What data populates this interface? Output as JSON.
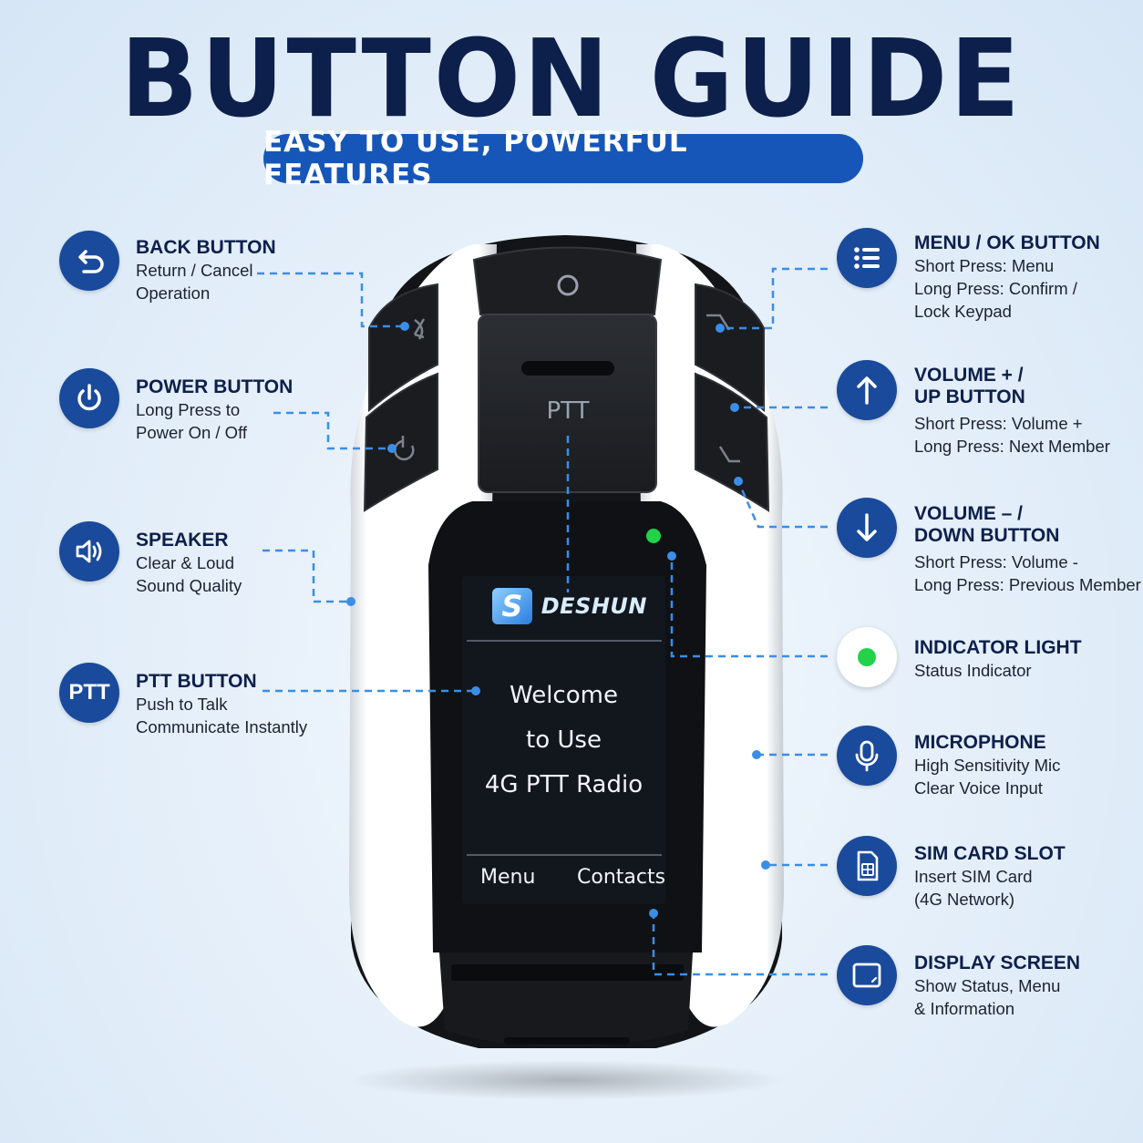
{
  "title": "BUTTON GUIDE",
  "subtitle": "EASY TO USE, POWERFUL FEATURES",
  "device": {
    "ptt_label": "PTT",
    "brand_mark": "S",
    "brand_name": "DESHUN",
    "screen_lines": [
      "Welcome",
      "to Use",
      "4G PTT Radio"
    ],
    "softkey_left": "Menu",
    "softkey_right": "Contacts"
  },
  "left_features": [
    {
      "icon": "back-arrow-icon",
      "title": "BACK BUTTON",
      "desc": [
        "Return / Cancel",
        "Operation"
      ]
    },
    {
      "icon": "power-icon",
      "title": "POWER BUTTON",
      "desc": [
        "Long Press to",
        "Power On / Off"
      ]
    },
    {
      "icon": "speaker-icon",
      "title": "SPEAKER",
      "desc": [
        "Clear & Loud",
        "Sound Quality"
      ]
    },
    {
      "icon": "ptt-icon",
      "icon_text": "PTT",
      "title": "PTT BUTTON",
      "desc": [
        "Push to Talk",
        "Communicate Instantly"
      ]
    }
  ],
  "right_features": [
    {
      "icon": "menu-list-icon",
      "title": "MENU / OK BUTTON",
      "desc": [
        "Short Press: Menu",
        "Long Press: Confirm /",
        "Lock Keypad"
      ]
    },
    {
      "icon": "arrow-up-icon",
      "title": "VOLUME + /",
      "title2": "UP BUTTON",
      "desc": [
        "Short Press: Volume +",
        "Long Press: Next Member"
      ]
    },
    {
      "icon": "arrow-down-icon",
      "title": "VOLUME – /",
      "title2": "DOWN BUTTON",
      "desc": [
        "Short Press: Volume -",
        "Long Press: Previous Member"
      ]
    },
    {
      "icon": "indicator-light-icon",
      "title": "INDICATOR LIGHT",
      "desc": [
        "Status Indicator"
      ]
    },
    {
      "icon": "microphone-icon",
      "title": "MICROPHONE",
      "desc": [
        "High Sensitivity Mic",
        "Clear Voice Input"
      ]
    },
    {
      "icon": "sim-card-icon",
      "title": "SIM CARD SLOT",
      "desc": [
        "Insert SIM Card",
        "(4G Network)"
      ]
    },
    {
      "icon": "display-screen-icon",
      "title": "DISPLAY SCREEN",
      "desc": [
        "Show Status, Menu",
        "& Information"
      ]
    }
  ],
  "colors": {
    "navy": "#0d1f4b",
    "accent_blue": "#1656b8",
    "icon_circle": "#1a4a9c",
    "leader_line": "#3a8ee8",
    "indicator_green": "#22d24a"
  }
}
